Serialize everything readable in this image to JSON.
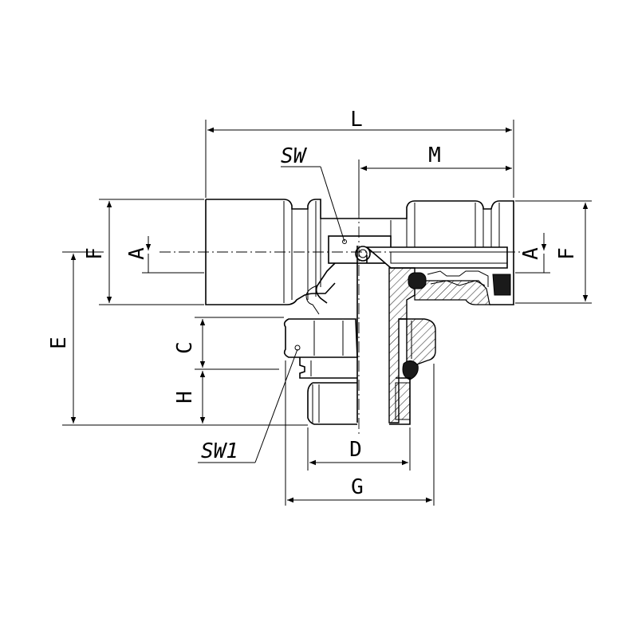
{
  "dimensions": {
    "L": "L",
    "M": "M",
    "SW": "SW",
    "SW1": "SW1",
    "F_left": "F",
    "F_right": "F",
    "A_left": "A",
    "A_right": "A",
    "E": "E",
    "C": "C",
    "H": "H",
    "D": "D",
    "G": "G"
  }
}
